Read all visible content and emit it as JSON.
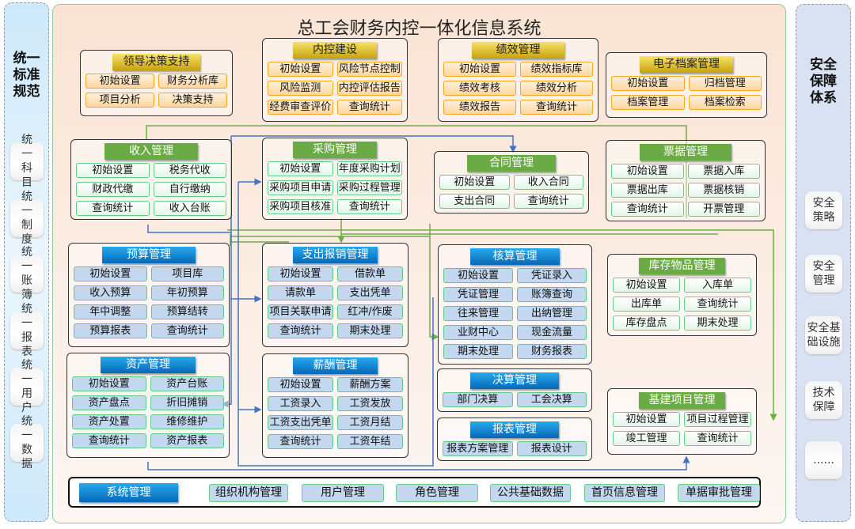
{
  "left_panel": {
    "title": "统一标准规范",
    "items": [
      "统一科目",
      "统一制度",
      "统一账簿",
      "统一报表",
      "统一用户",
      "统一数据"
    ]
  },
  "right_panel": {
    "title": "安全保障体系",
    "items": [
      "安全策略",
      "安全管理",
      "安全基础设施",
      "技术保障",
      "......"
    ]
  },
  "title": "总工会财务内控一体化信息系统",
  "modules": [
    {
      "id": "lingdao",
      "title": "领导决策支持",
      "style": "gold",
      "items": [
        "初始设置",
        "财务分析库",
        "项目分析",
        "决策支持"
      ]
    },
    {
      "id": "neikong",
      "title": "内控建设",
      "style": "gold",
      "items": [
        "初始设置",
        "风险节点控制",
        "风险监测",
        "内控评估报告",
        "经费审查评价",
        "查询统计"
      ]
    },
    {
      "id": "jixiao",
      "title": "绩效管理",
      "style": "gold",
      "items": [
        "初始设置",
        "绩效指标库",
        "绩效考核",
        "绩效分析",
        "绩效报告",
        "查询统计"
      ]
    },
    {
      "id": "dangan",
      "title": "电子档案管理",
      "style": "gold",
      "items": [
        "初始设置",
        "归档管理",
        "档案管理",
        "档案检索"
      ]
    },
    {
      "id": "shouru",
      "title": "收入管理",
      "style": "green",
      "items": [
        "初始设置",
        "税务代收",
        "财政代缴",
        "自行缴纳",
        "查询统计",
        "收入台账"
      ]
    },
    {
      "id": "caigou",
      "title": "采购管理",
      "style": "green",
      "items": [
        "初始设置",
        "年度采购计划",
        "采购项目申请",
        "采购过程管理",
        "采购项目核准",
        "查询统计"
      ]
    },
    {
      "id": "hetong",
      "title": "合同管理",
      "style": "green",
      "items": [
        "初始设置",
        "收入合同",
        "支出合同",
        "查询统计"
      ]
    },
    {
      "id": "piaoju",
      "title": "票据管理",
      "style": "green",
      "items": [
        "初始设置",
        "票据入库",
        "票据出库",
        "票据核销",
        "查询统计",
        "开票管理"
      ]
    },
    {
      "id": "yusuan",
      "title": "预算管理",
      "style": "blue",
      "items": [
        "初始设置",
        "项目库",
        "收入预算",
        "年初预算",
        "年中调整",
        "预算结转",
        "预算报表",
        "查询统计"
      ]
    },
    {
      "id": "zhichu",
      "title": "支出报销管理",
      "style": "blue",
      "items": [
        "初始设置",
        "借款单",
        "请款单",
        "支出凭单",
        "项目关联申请",
        "红冲/作废",
        "查询统计",
        "期末处理"
      ]
    },
    {
      "id": "hesuan",
      "title": "核算管理",
      "style": "blue",
      "items": [
        "初始设置",
        "凭证录入",
        "凭证管理",
        "账簿查询",
        "往来管理",
        "出纳管理",
        "业财中心",
        "现金流量",
        "期末处理",
        "财务报表"
      ]
    },
    {
      "id": "kucun",
      "title": "库存物品管理",
      "style": "green",
      "items": [
        "初始设置",
        "入库单",
        "出库单",
        "查询统计",
        "库存盘点",
        "期末处理"
      ]
    },
    {
      "id": "zichan",
      "title": "资产管理",
      "style": "blue",
      "items": [
        "初始设置",
        "资产台账",
        "资产盘点",
        "折旧摊销",
        "资产处置",
        "维修维护",
        "查询统计",
        "资产报表"
      ]
    },
    {
      "id": "xinchou",
      "title": "薪酬管理",
      "style": "blue",
      "items": [
        "初始设置",
        "薪酬方案",
        "工资录入",
        "工资发放",
        "工资支出凭单",
        "工资月结",
        "查询统计",
        "工资年结"
      ]
    },
    {
      "id": "juesuan",
      "title": "决算管理",
      "style": "blue",
      "items": [
        "部门决算",
        "工会决算"
      ]
    },
    {
      "id": "baobiao",
      "title": "报表管理",
      "style": "blue",
      "items": [
        "报表方案管理",
        "报表设计"
      ]
    },
    {
      "id": "jijian",
      "title": "基建项目管理",
      "style": "green",
      "items": [
        "初始设置",
        "项目过程管理",
        "竣工管理",
        "查询统计"
      ]
    }
  ],
  "system": {
    "title": "系统管理",
    "items": [
      "组织机构管理",
      "用户管理",
      "角色管理",
      "公共基础数据",
      "首页信息管理",
      "单据审批管理"
    ]
  }
}
